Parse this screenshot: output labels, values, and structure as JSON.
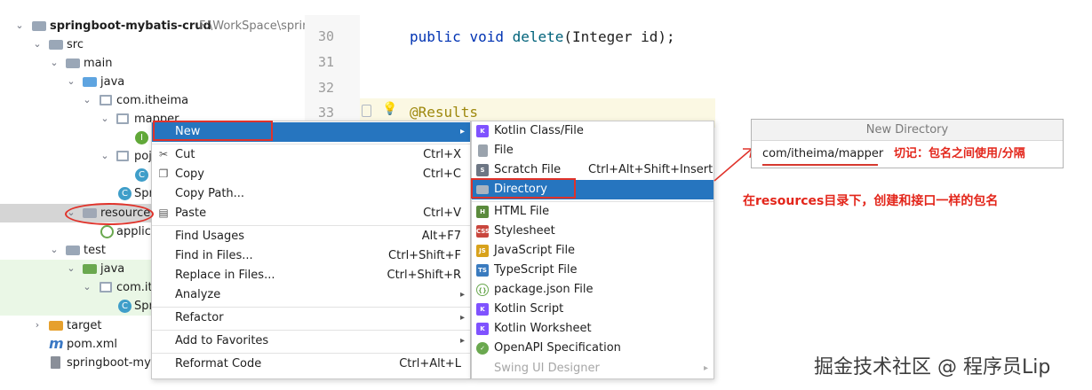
{
  "project_tree": {
    "rows": [
      {
        "label": "springboot-mybatis-crud",
        "path": "F:\\WorkSpace\\sprin"
      },
      {
        "label": "src"
      },
      {
        "label": "main"
      },
      {
        "label": "java"
      },
      {
        "label": "com.itheima"
      },
      {
        "label": "mapper"
      },
      {
        "label": "I"
      },
      {
        "label": "poj"
      },
      {
        "label": "C"
      },
      {
        "label": "Spr"
      },
      {
        "label": "resources"
      },
      {
        "label": "applic"
      },
      {
        "label": "test"
      },
      {
        "label": "java"
      },
      {
        "label": "com.it"
      },
      {
        "label": "Spr"
      },
      {
        "label": "target"
      },
      {
        "label": "pom.xml"
      },
      {
        "label": "springboot-myb"
      }
    ],
    "icon_glyphs": {
      "class": "C",
      "interface": "I",
      "maven": "m"
    }
  },
  "editor": {
    "lines": [
      {
        "num": "30",
        "kw1": "public ",
        "kw2": "void ",
        "fn": "delete",
        "rest": "(Integer id);"
      },
      {
        "num": "31"
      },
      {
        "num": "32"
      },
      {
        "num": "33",
        "annotation": "@Results"
      }
    ]
  },
  "context_menu": {
    "items": [
      {
        "label": "New",
        "shortcut": "",
        "icon": "none",
        "arrow": "▸"
      },
      {
        "label": "Cut",
        "shortcut": "Ctrl+X",
        "icon": "scissors-icon"
      },
      {
        "label": "Copy",
        "shortcut": "Ctrl+C",
        "icon": "copy-icon"
      },
      {
        "label": "Copy Path...",
        "shortcut": ""
      },
      {
        "label": "Paste",
        "shortcut": "Ctrl+V",
        "icon": "paste-icon"
      },
      {
        "label": "Find Usages",
        "shortcut": "Alt+F7"
      },
      {
        "label": "Find in Files...",
        "shortcut": "Ctrl+Shift+F"
      },
      {
        "label": "Replace in Files...",
        "shortcut": "Ctrl+Shift+R"
      },
      {
        "label": "Analyze",
        "arrow": "▸"
      },
      {
        "label": "Refactor",
        "arrow": "▸"
      },
      {
        "label": "Add to Favorites",
        "arrow": "▸"
      },
      {
        "label": "Reformat Code",
        "shortcut": "Ctrl+Alt+L"
      }
    ],
    "icon_glyphs": {
      "cut": "✂",
      "copy": "❐",
      "paste": "📋"
    }
  },
  "new_submenu": {
    "items": [
      {
        "label": "Kotlin Class/File",
        "icon": "kotlin-icon",
        "badge": "K"
      },
      {
        "label": "File",
        "icon": "file-icon",
        "badge": ""
      },
      {
        "label": "Scratch File",
        "shortcut": "Ctrl+Alt+Shift+Insert",
        "icon": "scratch-file-icon",
        "badge": "S"
      },
      {
        "label": "Directory",
        "icon": "folder-icon",
        "badge": ""
      },
      {
        "label": "HTML File",
        "icon": "html-icon",
        "badge": "H"
      },
      {
        "label": "Stylesheet",
        "icon": "css-icon",
        "badge": "CSS"
      },
      {
        "label": "JavaScript File",
        "icon": "javascript-icon",
        "badge": "JS"
      },
      {
        "label": "TypeScript File",
        "icon": "typescript-icon",
        "badge": "TS"
      },
      {
        "label": "package.json File",
        "icon": "npm-icon",
        "badge": "{}"
      },
      {
        "label": "Kotlin Script",
        "icon": "kotlin-script-icon",
        "badge": "K"
      },
      {
        "label": "Kotlin Worksheet",
        "icon": "kotlin-worksheet-icon",
        "badge": "K"
      },
      {
        "label": "OpenAPI Specification",
        "icon": "openapi-icon",
        "badge": "✓"
      },
      {
        "label": "Swing UI Designer",
        "arrow": "▸"
      }
    ]
  },
  "dialog": {
    "title": "New Directory",
    "input_value": "com/itheima/mapper",
    "note": "切记：包名之间使用/分隔"
  },
  "annotation": "在resources目录下，创建和接口一样的包名",
  "watermark": "掘金技术社区 @ 程序员Lip",
  "colors": {
    "highlight": "#2675bf",
    "annotation_red": "#e3261b",
    "tree_selection": "#d5d5d5"
  }
}
